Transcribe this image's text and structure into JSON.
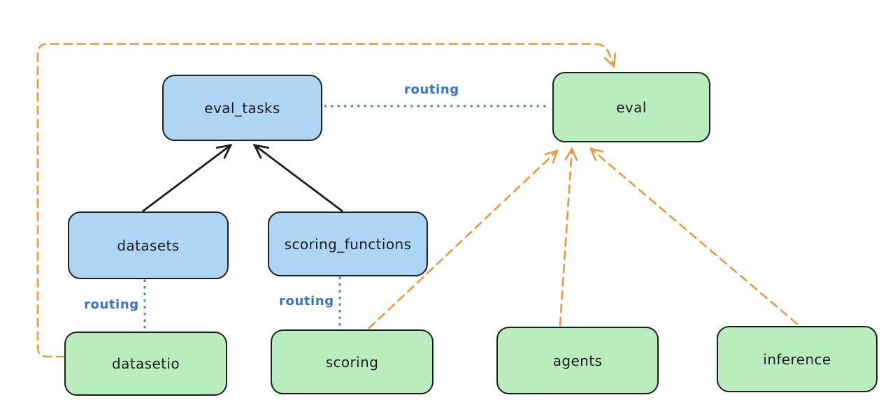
{
  "diagram": {
    "nodes": [
      {
        "id": "eval_tasks",
        "label": "eval_tasks",
        "fill": "#aed5f4"
      },
      {
        "id": "eval",
        "label": "eval",
        "fill": "#b9edbe"
      },
      {
        "id": "datasets",
        "label": "datasets",
        "fill": "#aed5f4"
      },
      {
        "id": "scoring_functions",
        "label": "scoring_functions",
        "fill": "#aed5f4"
      },
      {
        "id": "datasetio",
        "label": "datasetio",
        "fill": "#b9edbe"
      },
      {
        "id": "scoring",
        "label": "scoring",
        "fill": "#b9edbe"
      },
      {
        "id": "agents",
        "label": "agents",
        "fill": "#b9edbe"
      },
      {
        "id": "inference",
        "label": "inference",
        "fill": "#b9edbe"
      }
    ],
    "edges": [
      {
        "from": "datasets",
        "to": "eval_tasks",
        "style": "solid-arrow",
        "color": "#1e1e1e",
        "label": ""
      },
      {
        "from": "scoring_functions",
        "to": "eval_tasks",
        "style": "solid-arrow",
        "color": "#1e1e1e",
        "label": ""
      },
      {
        "from": "eval_tasks",
        "to": "eval",
        "style": "dotted-line",
        "color": "#3b74c6",
        "label": "routing"
      },
      {
        "from": "datasets",
        "to": "datasetio",
        "style": "dotted-line",
        "color": "#3b74c6",
        "label": "routing"
      },
      {
        "from": "scoring_functions",
        "to": "scoring",
        "style": "dotted-line",
        "color": "#3b74c6",
        "label": "routing"
      },
      {
        "from": "datasetio",
        "to": "eval",
        "style": "dashed-arrow",
        "color": "#e8993f",
        "label": ""
      },
      {
        "from": "scoring",
        "to": "eval",
        "style": "dashed-arrow",
        "color": "#e8993f",
        "label": ""
      },
      {
        "from": "agents",
        "to": "eval",
        "style": "dashed-arrow",
        "color": "#e8993f",
        "label": ""
      },
      {
        "from": "inference",
        "to": "eval",
        "style": "dashed-arrow",
        "color": "#e8993f",
        "label": ""
      }
    ]
  },
  "colors": {
    "registry_fill": "#aed5f4",
    "provider_fill": "#b9edbe",
    "stroke": "#1e1e1e",
    "routing_blue": "#3b74c6",
    "dependency_orange": "#e8993f",
    "background": "#ffffff"
  }
}
